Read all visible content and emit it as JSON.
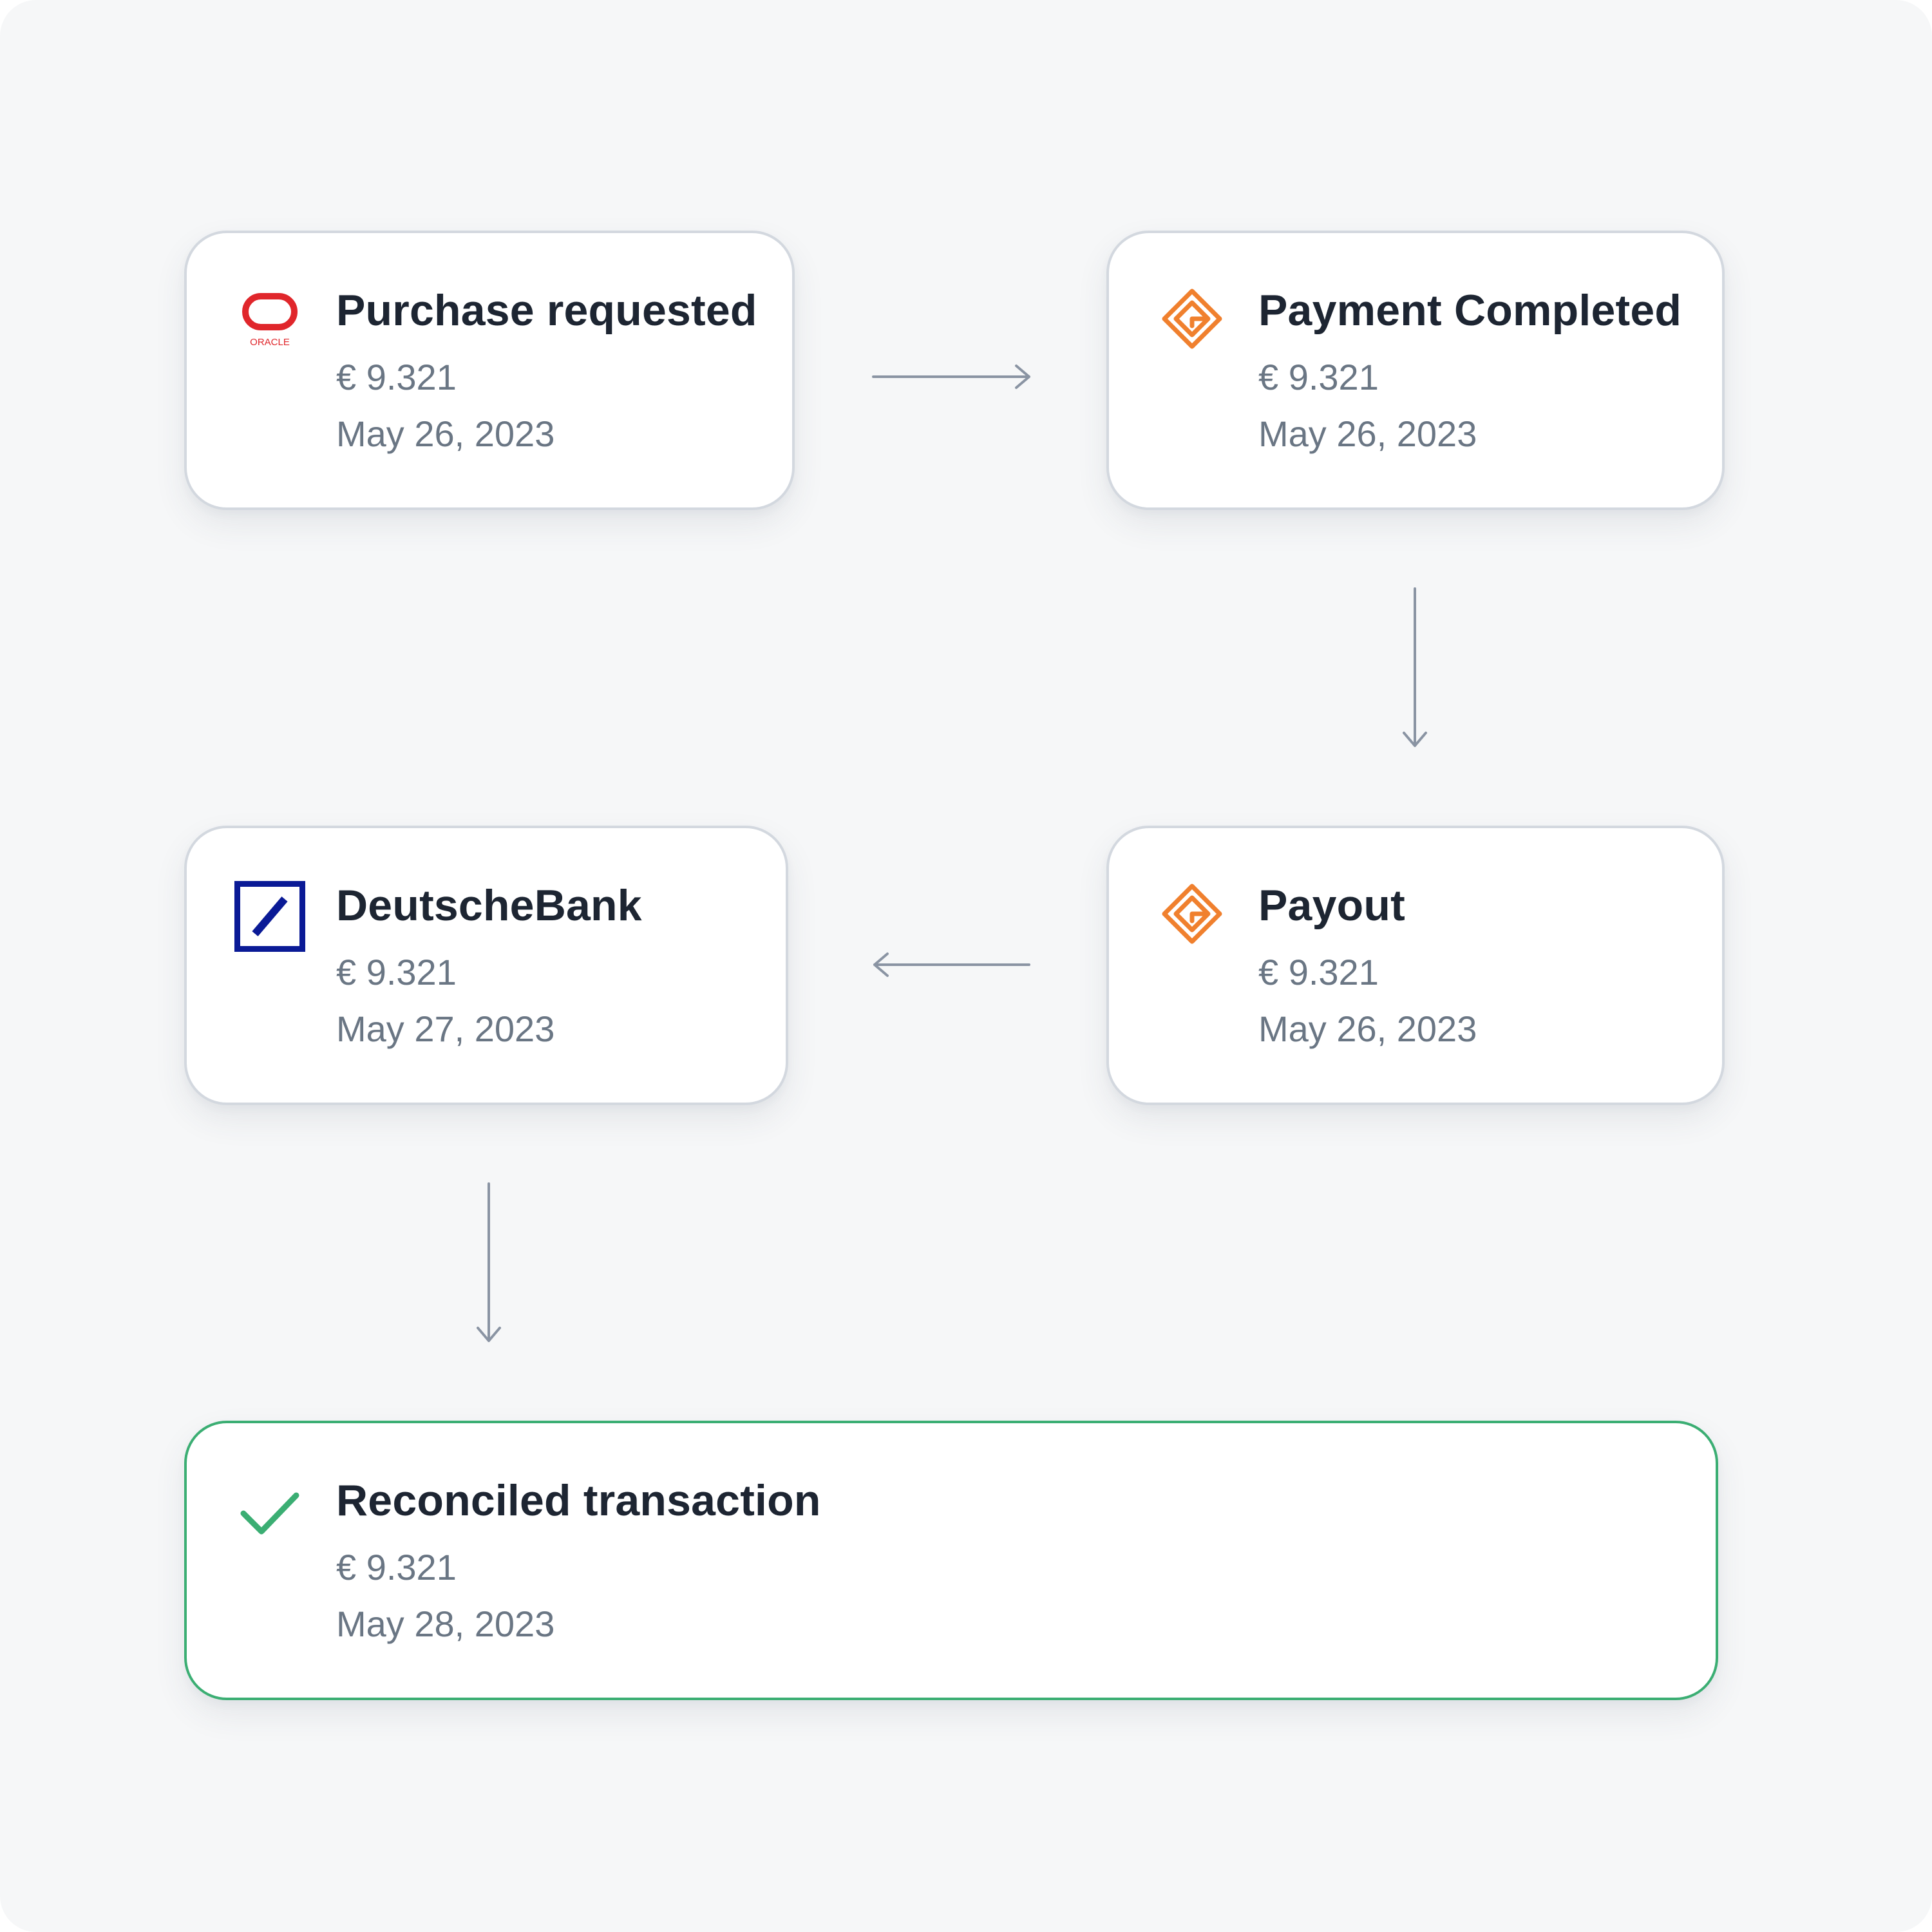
{
  "steps": {
    "purchase": {
      "title": "Purchase requested",
      "amount": "€ 9.321",
      "date": "May 26, 2023",
      "icon": "oracle-logo-icon",
      "logo_text": "ORACLE"
    },
    "payment": {
      "title": "Payment Completed",
      "amount": "€ 9.321",
      "date": "May 26, 2023",
      "icon": "payment-provider-logo-icon"
    },
    "payout": {
      "title": "Payout",
      "amount": "€ 9.321",
      "date": "May 26, 2023",
      "icon": "payment-provider-logo-icon"
    },
    "bank": {
      "title": "DeutscheBank",
      "amount": "€ 9.321",
      "date": "May 27, 2023",
      "icon": "deutsche-bank-logo-icon"
    },
    "reconciled": {
      "title": "Reconciled transaction",
      "amount": "€ 9.321",
      "date": "May 28, 2023",
      "icon": "checkmark-icon"
    }
  },
  "colors": {
    "background": "#f6f7f8",
    "card_border": "#d3d8df",
    "success_border": "#3bae73",
    "title_text": "#1d2532",
    "secondary_text": "#6a7684",
    "arrow": "#8a94a3",
    "oracle_red": "#e0262b",
    "provider_orange": "#f0802e",
    "bank_blue": "#0a1a96",
    "check_green": "#3bae73"
  }
}
